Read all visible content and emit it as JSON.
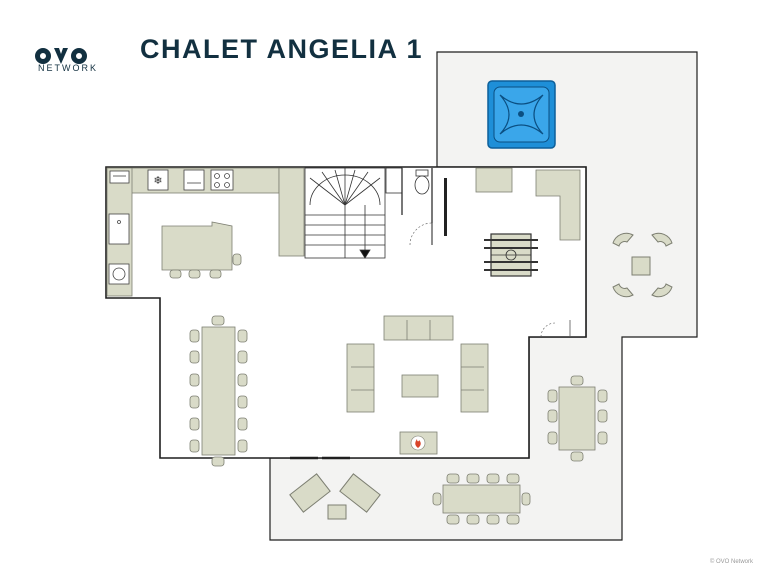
{
  "brand": {
    "name": "NETWORK"
  },
  "title": "CHALET ANGELIA 1",
  "copyright": "© OVO Network",
  "colors": {
    "wall": "#1f1f1f",
    "terrace": "#f3f3f2",
    "furniture": "#d9dbc8",
    "furniture_stroke": "#7d7f72",
    "hot_tub": "#1e8fd8",
    "brand": "#123040",
    "fireplace": "#d9442a"
  },
  "icons": [
    "ovo-logo-icon",
    "hot-tub-icon",
    "foosball-table-icon",
    "fireplace-icon",
    "toilet-icon",
    "staircase-icon",
    "oven-icon",
    "fridge-icon",
    "cooktop-icon",
    "sink-icon",
    "washer-icon"
  ]
}
